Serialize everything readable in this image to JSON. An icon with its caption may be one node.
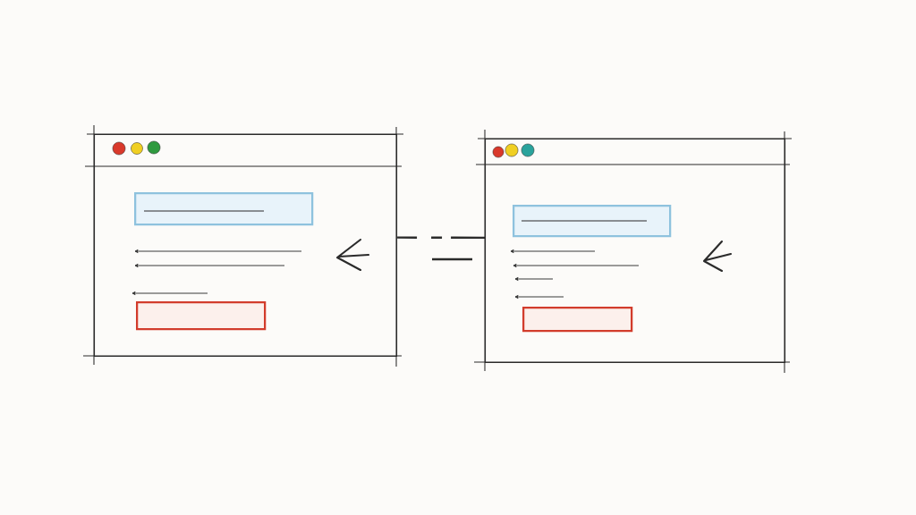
{
  "diagram": {
    "nodes": [
      {
        "text": [],
        "shape": "box"
      },
      {
        "text": [],
        "shape": "box",
        "in": 0
      },
      {
        "text": [],
        "shape": "box",
        "in": 0
      },
      {
        "text": [],
        "shape": "box"
      },
      {
        "text": [],
        "shape": "box",
        "in": 3
      },
      {
        "text": [],
        "shape": "box",
        "in": 3
      }
    ],
    "edges": [
      {
        "from": 0,
        "to": 3,
        "arrow": "none",
        "style": "dashed"
      }
    ]
  }
}
